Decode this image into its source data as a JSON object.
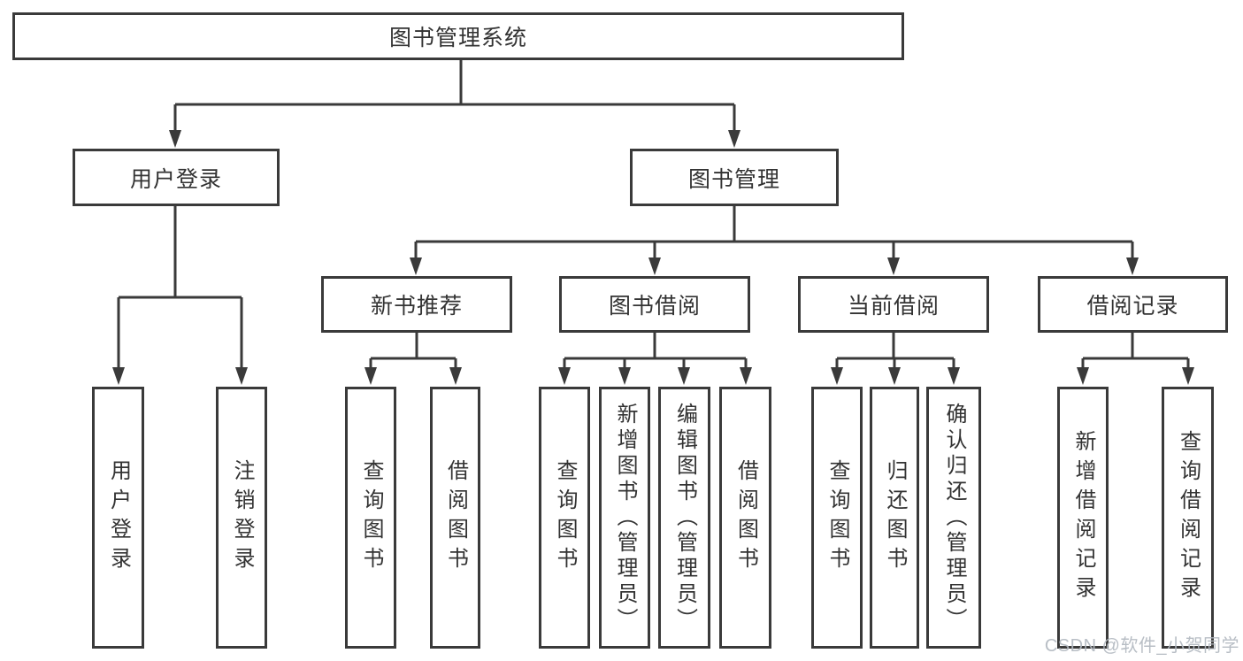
{
  "diagram": {
    "root": {
      "label": "图书管理系统"
    },
    "user_login": {
      "label": "用户登录",
      "children": [
        {
          "label": "用户登录"
        },
        {
          "label": "注销登录"
        }
      ]
    },
    "book_mgmt": {
      "label": "图书管理",
      "groups": [
        {
          "label": "新书推荐",
          "children": [
            {
              "label": "查询图书"
            },
            {
              "label": "借阅图书"
            }
          ]
        },
        {
          "label": "图书借阅",
          "children": [
            {
              "label": "查询图书"
            },
            {
              "label": "新增图书（管理员）"
            },
            {
              "label": "编辑图书（管理员）"
            },
            {
              "label": "借阅图书"
            }
          ]
        },
        {
          "label": "当前借阅",
          "children": [
            {
              "label": "查询图书"
            },
            {
              "label": "归还图书"
            },
            {
              "label": "确认归还（管理员）"
            }
          ]
        },
        {
          "label": "借阅记录",
          "children": [
            {
              "label": "新增借阅记录"
            },
            {
              "label": "查询借阅记录"
            }
          ]
        }
      ]
    },
    "watermark": "CSDN @软件_小贺同学",
    "colors": {
      "line": "#3a3a3a",
      "text": "#333333",
      "background": "#ffffff",
      "watermark": "#b2b8c0"
    }
  }
}
